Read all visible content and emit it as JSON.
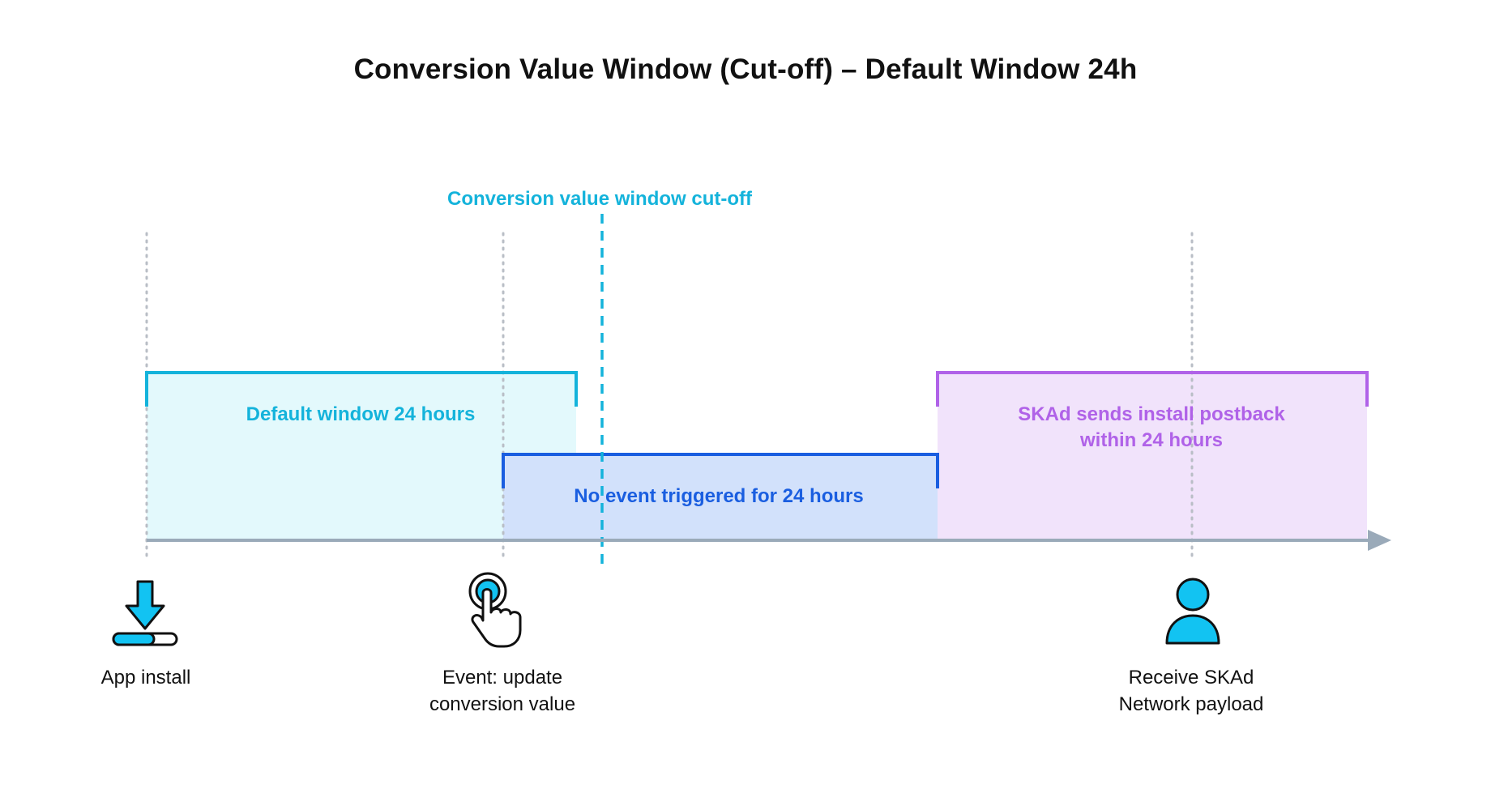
{
  "title": "Conversion Value Window (Cut-off) – Default Window 24h",
  "cutoff": {
    "label": "Conversion value window cut-off",
    "color": "#14b3db"
  },
  "windows": {
    "default": {
      "label": "Default window 24 hours",
      "color": "#14b3db",
      "fill": "#e3f9fc"
    },
    "no_event": {
      "label": "No event triggered for 24 hours",
      "color": "#1a5ee0",
      "fill": "#d2e1fb"
    },
    "skad": {
      "label_line1": "SKAd sends install postback",
      "label_line2": "within 24 hours",
      "color": "#b062e8",
      "fill": "#f1e3fb"
    }
  },
  "milestones": {
    "install": {
      "label": "App install",
      "icon": "download-progress-icon"
    },
    "event": {
      "label_line1": "Event: update",
      "label_line2": "conversion value",
      "icon": "tap-hand-icon"
    },
    "receive": {
      "label_line1": "Receive SKAd",
      "label_line2": "Network payload",
      "icon": "user-icon"
    }
  },
  "axis": {
    "color": "#9aaab9"
  }
}
